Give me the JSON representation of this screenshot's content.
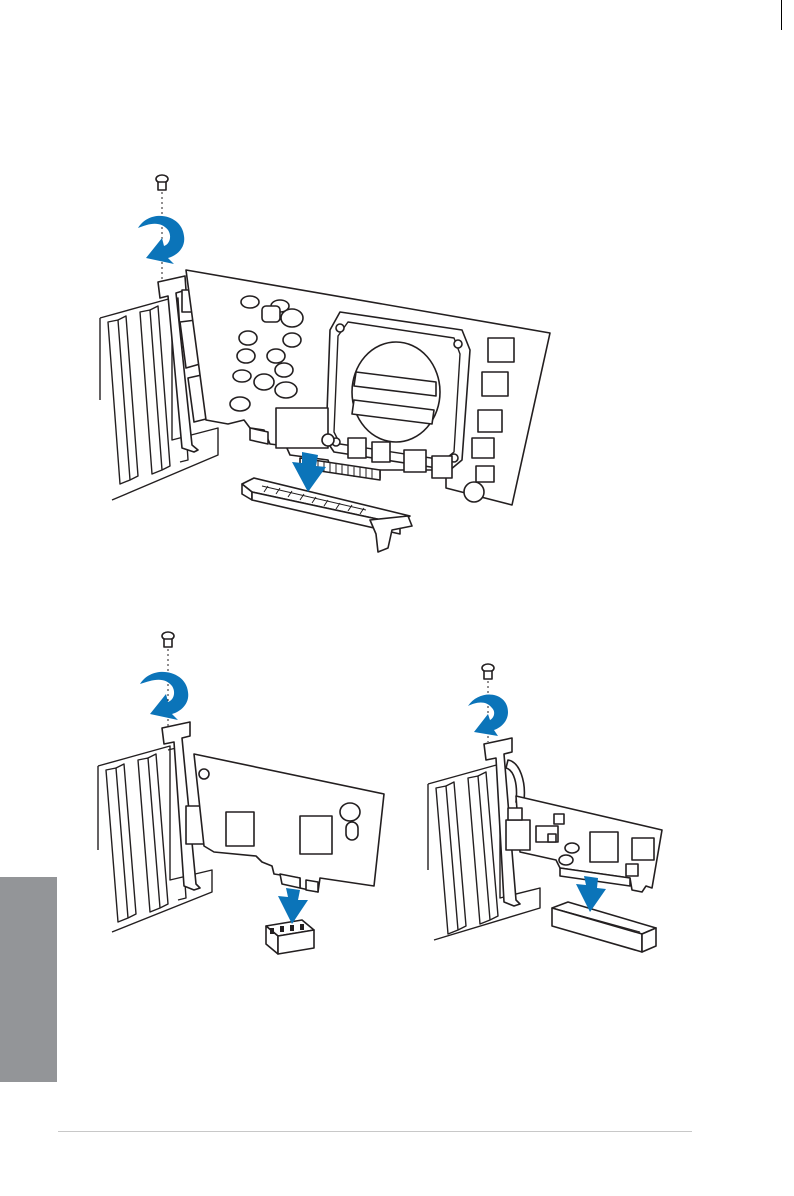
{
  "page": {
    "side_tab_color": "#939598",
    "accent_color": "#0b74b9"
  },
  "figures": [
    {
      "name": "graphics-card-installation",
      "icons": [
        "screw-icon",
        "rotate-arrow-icon",
        "insert-arrow-icon"
      ]
    },
    {
      "name": "pcie-x1-card-installation",
      "icons": [
        "screw-icon",
        "rotate-arrow-icon",
        "insert-arrow-icon"
      ]
    },
    {
      "name": "pci-card-installation",
      "icons": [
        "screw-icon",
        "rotate-arrow-icon",
        "insert-arrow-icon"
      ]
    }
  ]
}
